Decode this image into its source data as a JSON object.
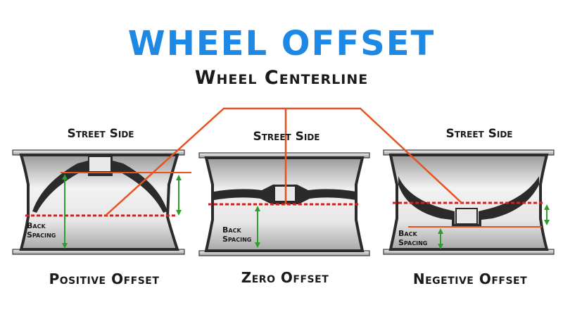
{
  "title": "Wheel Offset",
  "subtitle": "Wheel Centerline",
  "colors": {
    "title_blue": "#1e88e5",
    "text_dark": "#1a1a1a",
    "centerline_orange": "#e8521f",
    "hatch_red": "#d62020",
    "spacing_green": "#2f9e2f",
    "rim_dark": "#2b2b2b",
    "rim_light": "#d9d9d9"
  },
  "wheels": [
    {
      "street_label": "Street Side",
      "back_label": "Back Spacing",
      "caption": "Positive Offset"
    },
    {
      "street_label": "Street Side",
      "back_label": "Back Spacing",
      "caption": "Zero Offset"
    },
    {
      "street_label": "Street Side",
      "back_label": "Back Spacing",
      "caption": "Negetive Offset"
    }
  ]
}
